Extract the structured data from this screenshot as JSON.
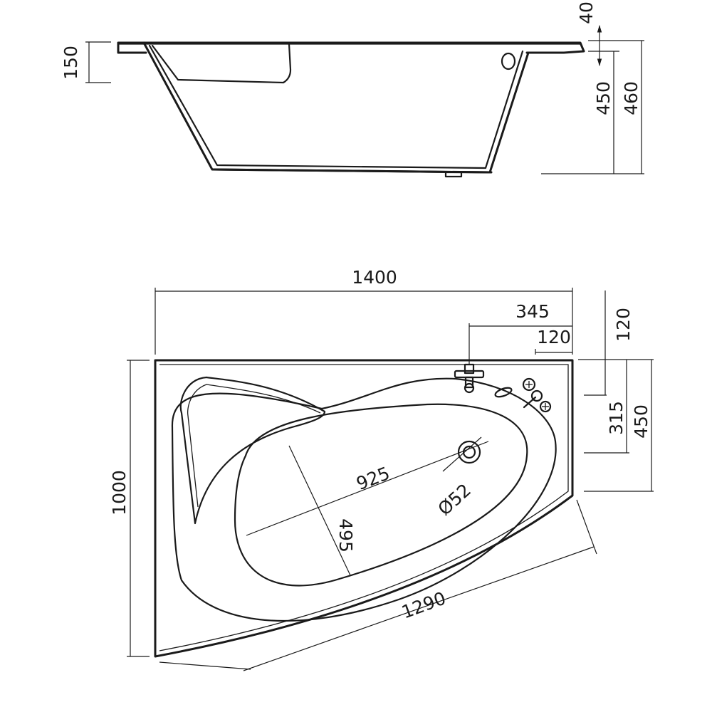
{
  "labels": {
    "side_rim_height": "150",
    "side_rim_thickness": "40",
    "side_depth": "450",
    "side_total_height": "460",
    "top_width": "1400",
    "top_tap_offset": "345",
    "top_overflow_offset": "120",
    "right_top_offset": "120",
    "right_drain_offset": "315",
    "right_side_length": "450",
    "left_height": "1000",
    "front_curve_length": "1290",
    "basin_length": "925",
    "basin_width": "495",
    "drain_diameter": "Ø52"
  }
}
